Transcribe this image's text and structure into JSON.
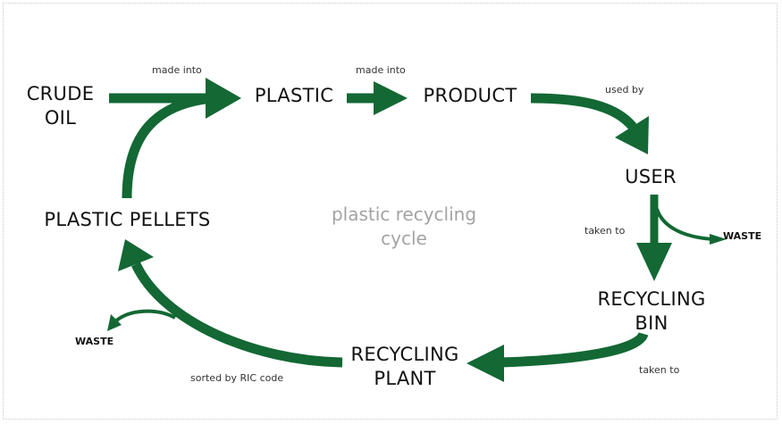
{
  "nodes": {
    "crude_oil": {
      "line1": "CRUDE",
      "line2": "OIL"
    },
    "plastic": "PLASTIC",
    "product": "PRODUCT",
    "user": "USER",
    "recycling_bin": {
      "line1": "RECYCLING",
      "line2": "BIN"
    },
    "recycling_plant": {
      "line1": "RECYCLING",
      "line2": "PLANT"
    },
    "plastic_pellets": "PLASTIC PELLETS"
  },
  "edges": {
    "crude_to_plastic": "made into",
    "plastic_to_product": "made into",
    "product_to_user": "used by",
    "user_to_bin": "taken to",
    "bin_to_plant": "taken to",
    "plant_to_pellets": "sorted by RIC code"
  },
  "waste": {
    "user_waste": "WASTE",
    "plant_waste": "WASTE"
  },
  "center": {
    "line1": "plastic recycling",
    "line2": "cycle"
  },
  "colors": {
    "arrow": "#136834",
    "text": "#111111",
    "muted": "#a3a3a3"
  }
}
